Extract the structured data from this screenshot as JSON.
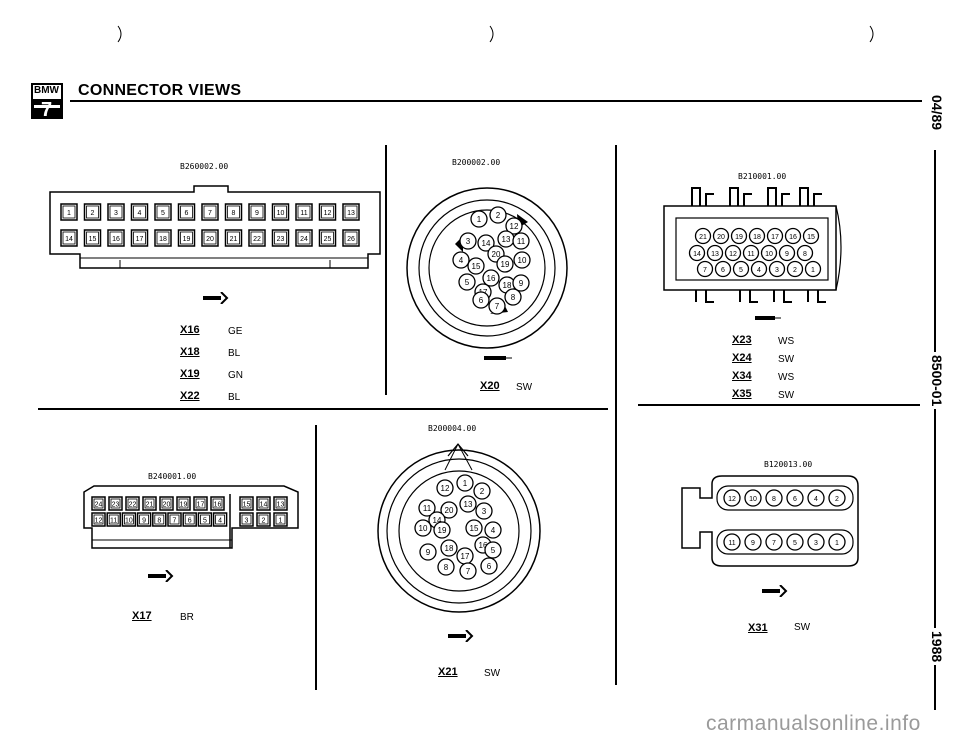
{
  "header": {
    "logo_text": "BMW",
    "logo_number": "7",
    "title": "CONNECTOR VIEWS"
  },
  "side_margin": {
    "date": "04/89",
    "ref": "8500-01",
    "year": "1988"
  },
  "watermark": "carmanualsonline.info",
  "connectors": [
    {
      "code": "B260002.00",
      "wires": [
        {
          "id": "X16",
          "color": "GE"
        },
        {
          "id": "X18",
          "color": "BL"
        },
        {
          "id": "X19",
          "color": "GN"
        },
        {
          "id": "X22",
          "color": "BL"
        }
      ],
      "pins_top": [
        "1",
        "2",
        "3",
        "4",
        "5",
        "6",
        "7",
        "8",
        "9",
        "10",
        "11",
        "12",
        "13"
      ],
      "pins_bottom": [
        "14",
        "15",
        "16",
        "17",
        "18",
        "19",
        "20",
        "21",
        "22",
        "23",
        "24",
        "25",
        "26"
      ]
    },
    {
      "code": "B200002.00",
      "wires": [
        {
          "id": "X20",
          "color": "SW"
        }
      ],
      "pins": [
        "1",
        "2",
        "12",
        "3",
        "14",
        "13",
        "20",
        "11",
        "4",
        "15",
        "19",
        "10",
        "5",
        "16",
        "17",
        "18",
        "9",
        "6",
        "7",
        "8"
      ]
    },
    {
      "code": "B210001.00",
      "wires": [
        {
          "id": "X23",
          "color": "WS"
        },
        {
          "id": "X24",
          "color": "SW"
        },
        {
          "id": "X34",
          "color": "WS"
        },
        {
          "id": "X35",
          "color": "SW"
        }
      ],
      "row1": [
        "21",
        "20",
        "19",
        "18",
        "17",
        "16",
        "15"
      ],
      "row2": [
        "14",
        "13",
        "12",
        "11",
        "10",
        "9",
        "8"
      ],
      "row3": [
        "7",
        "6",
        "5",
        "4",
        "3",
        "2",
        "1"
      ]
    },
    {
      "code": "B240001.00",
      "wires": [
        {
          "id": "X17",
          "color": "BR"
        }
      ],
      "row_top": [
        "24",
        "23",
        "22",
        "21",
        "20",
        "19",
        "17",
        "16",
        "15",
        "14",
        "13"
      ],
      "row_bottom": [
        "12",
        "11",
        "10",
        "9",
        "8",
        "7",
        "6",
        "5",
        "4",
        "3",
        "2",
        "1"
      ]
    },
    {
      "code": "B200004.00",
      "wires": [
        {
          "id": "X21",
          "color": "SW"
        }
      ],
      "pins": [
        "12",
        "1",
        "2",
        "11",
        "20",
        "13",
        "3",
        "14",
        "10",
        "19",
        "15",
        "4",
        "9",
        "18",
        "17",
        "16",
        "5",
        "8",
        "7",
        "6"
      ]
    },
    {
      "code": "B120013.00",
      "wires": [
        {
          "id": "X31",
          "color": "SW"
        }
      ],
      "row_top": [
        "12",
        "10",
        "8",
        "6",
        "4",
        "2"
      ],
      "row_bottom": [
        "11",
        "9",
        "7",
        "5",
        "3",
        "1"
      ]
    }
  ]
}
